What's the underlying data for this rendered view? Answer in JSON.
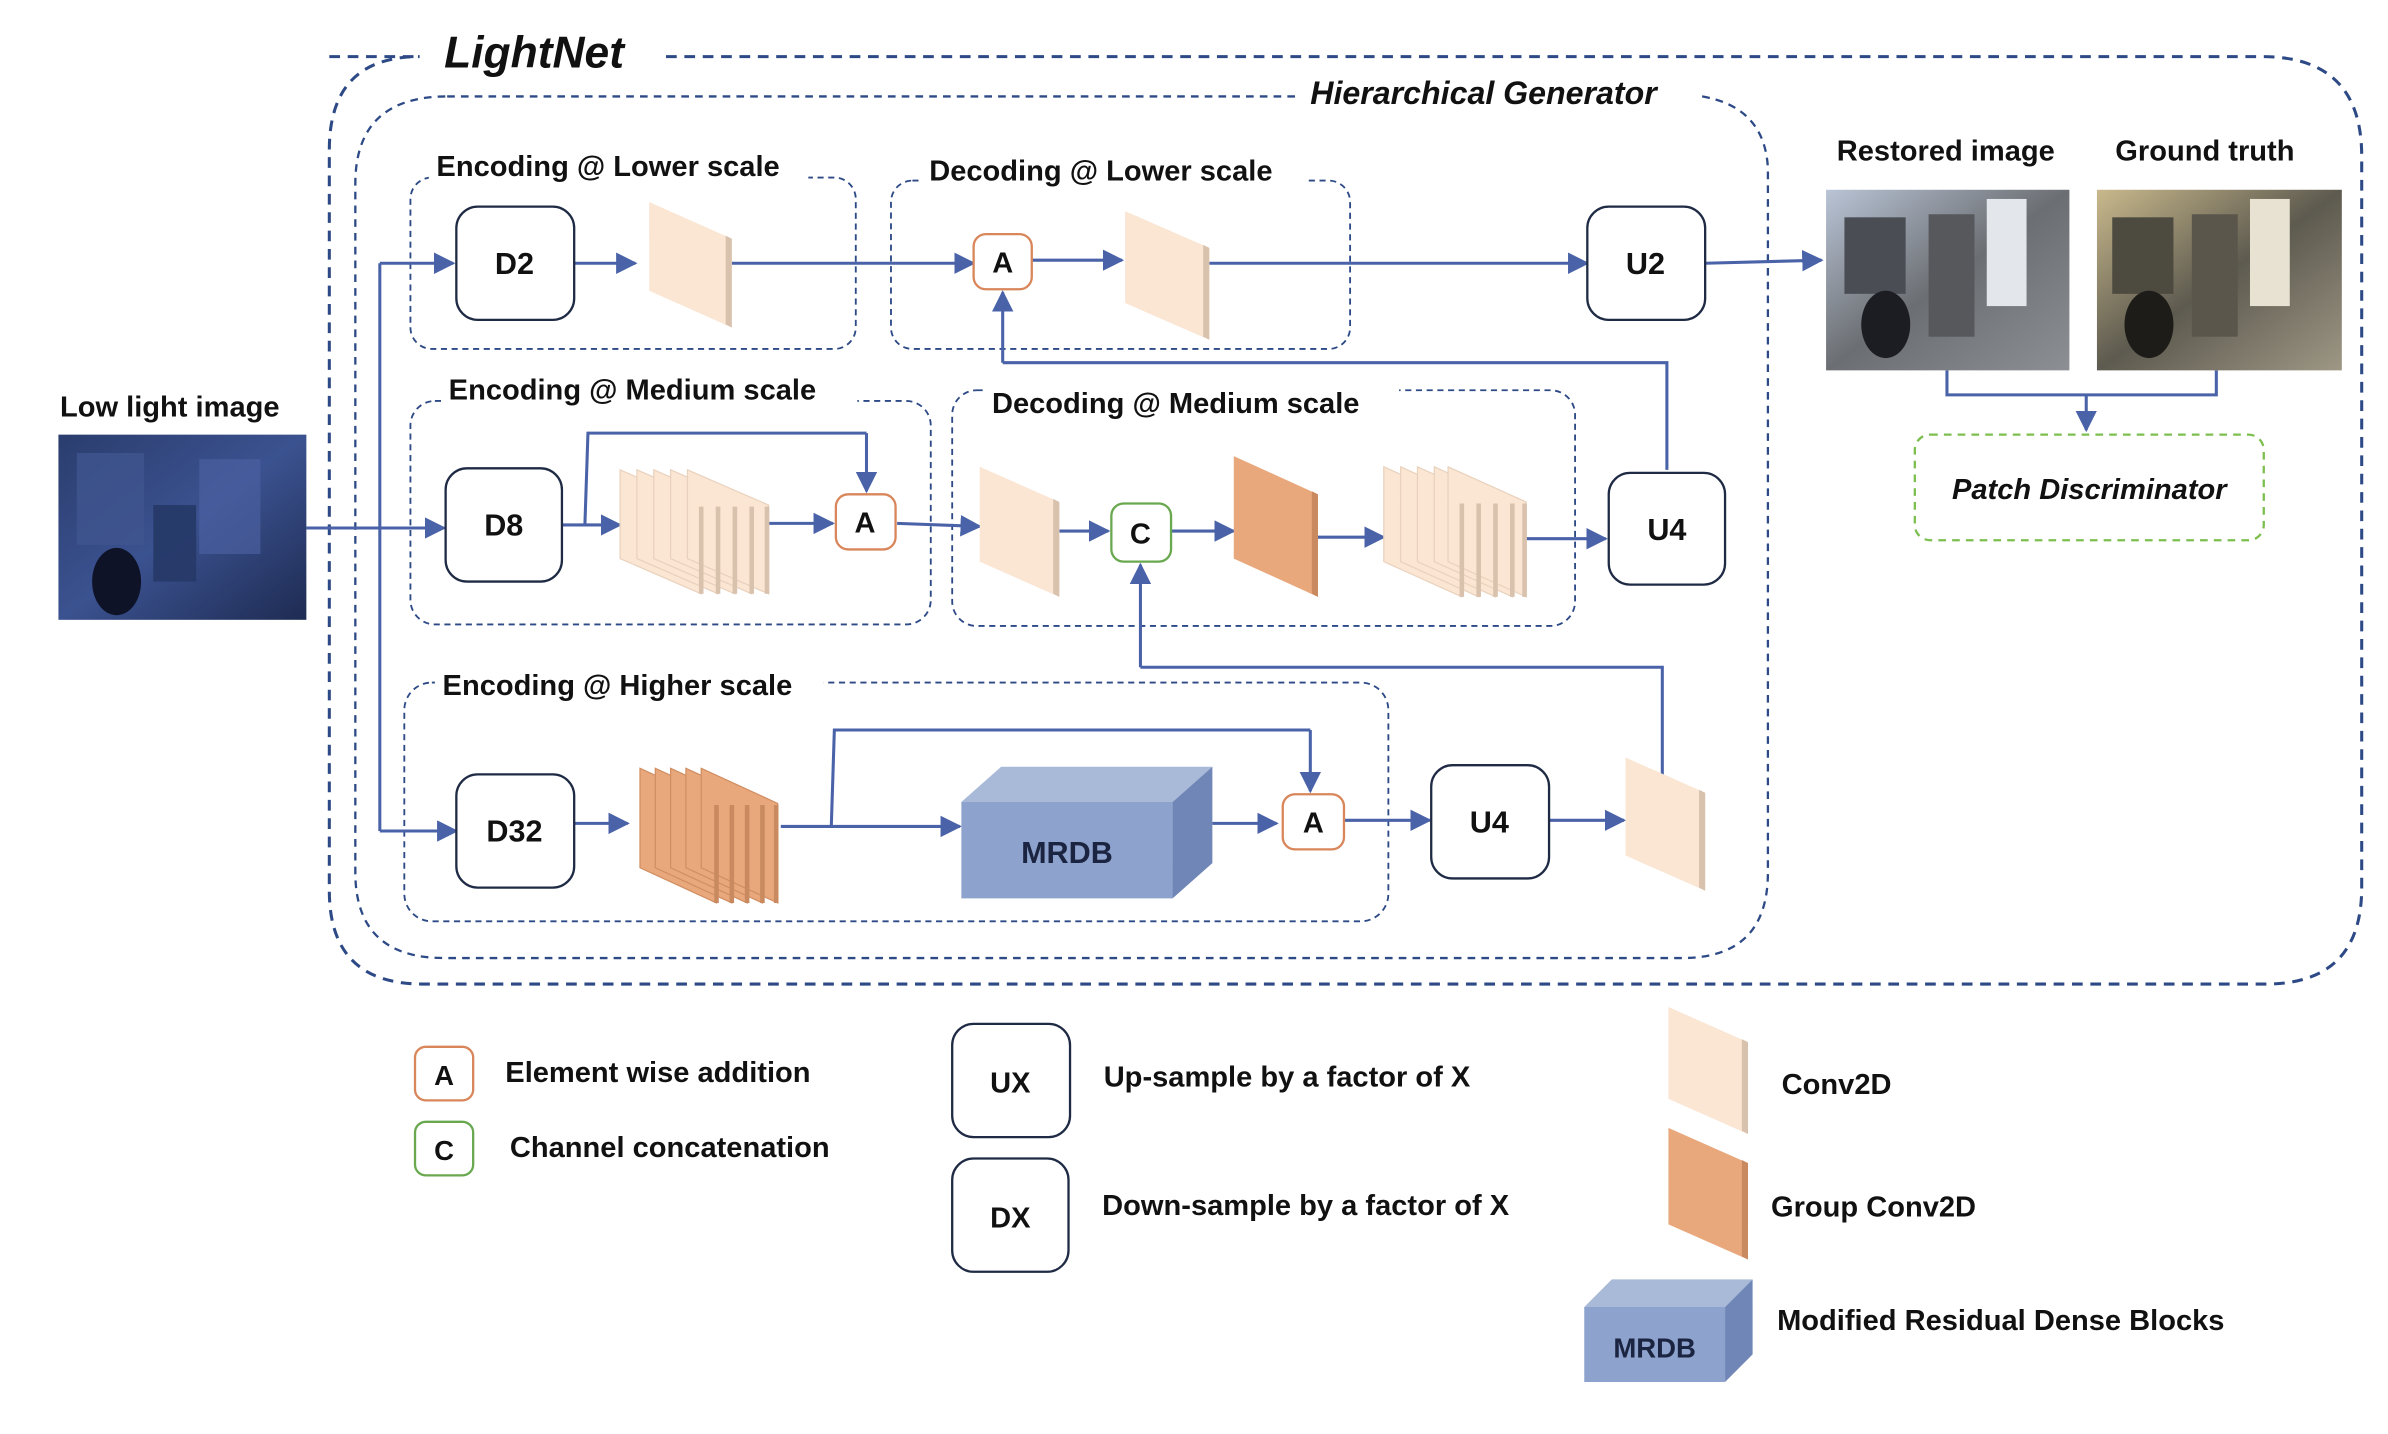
{
  "title": "LightNet",
  "generator_label": "Hierarchical Generator",
  "input_label": "Low light image",
  "restored_label": "Restored image",
  "ground_truth_label": "Ground truth",
  "discriminator_label": "Patch Discriminator",
  "groups": {
    "enc_lower": "Encoding @ Lower scale",
    "dec_lower": "Decoding @ Lower scale",
    "enc_medium": "Encoding @ Medium scale",
    "dec_medium": "Decoding @ Medium scale",
    "enc_higher": "Encoding @ Higher scale"
  },
  "blocks": {
    "d2": "D2",
    "d8": "D8",
    "d32": "D32",
    "u2": "U2",
    "u4_medium": "U4",
    "u4_higher": "U4",
    "mrdb": "MRDB",
    "add": "A",
    "concat": "C"
  },
  "legend": {
    "add_symbol": "A",
    "add_text": "Element wise addition",
    "concat_symbol": "C",
    "concat_text": "Channel concatenation",
    "ux_symbol": "UX",
    "ux_text": "Up-sample by a factor of X",
    "dx_symbol": "DX",
    "dx_text": "Down-sample by a factor of X",
    "conv_text": "Conv2D",
    "group_conv_text": "Group Conv2D",
    "mrdb_symbol": "MRDB",
    "mrdb_text": "Modified Residual Dense Blocks"
  },
  "colors": {
    "navy_dashed": "#2d4a86",
    "arrow": "#4a63a8",
    "add_border": "#d8865a",
    "concat_border": "#6aa84f",
    "discriminator_border": "#7dbf4f",
    "conv_light": "#fbe5d3",
    "conv_group": "#e8a87c",
    "mrdb": "#8da2cc"
  }
}
